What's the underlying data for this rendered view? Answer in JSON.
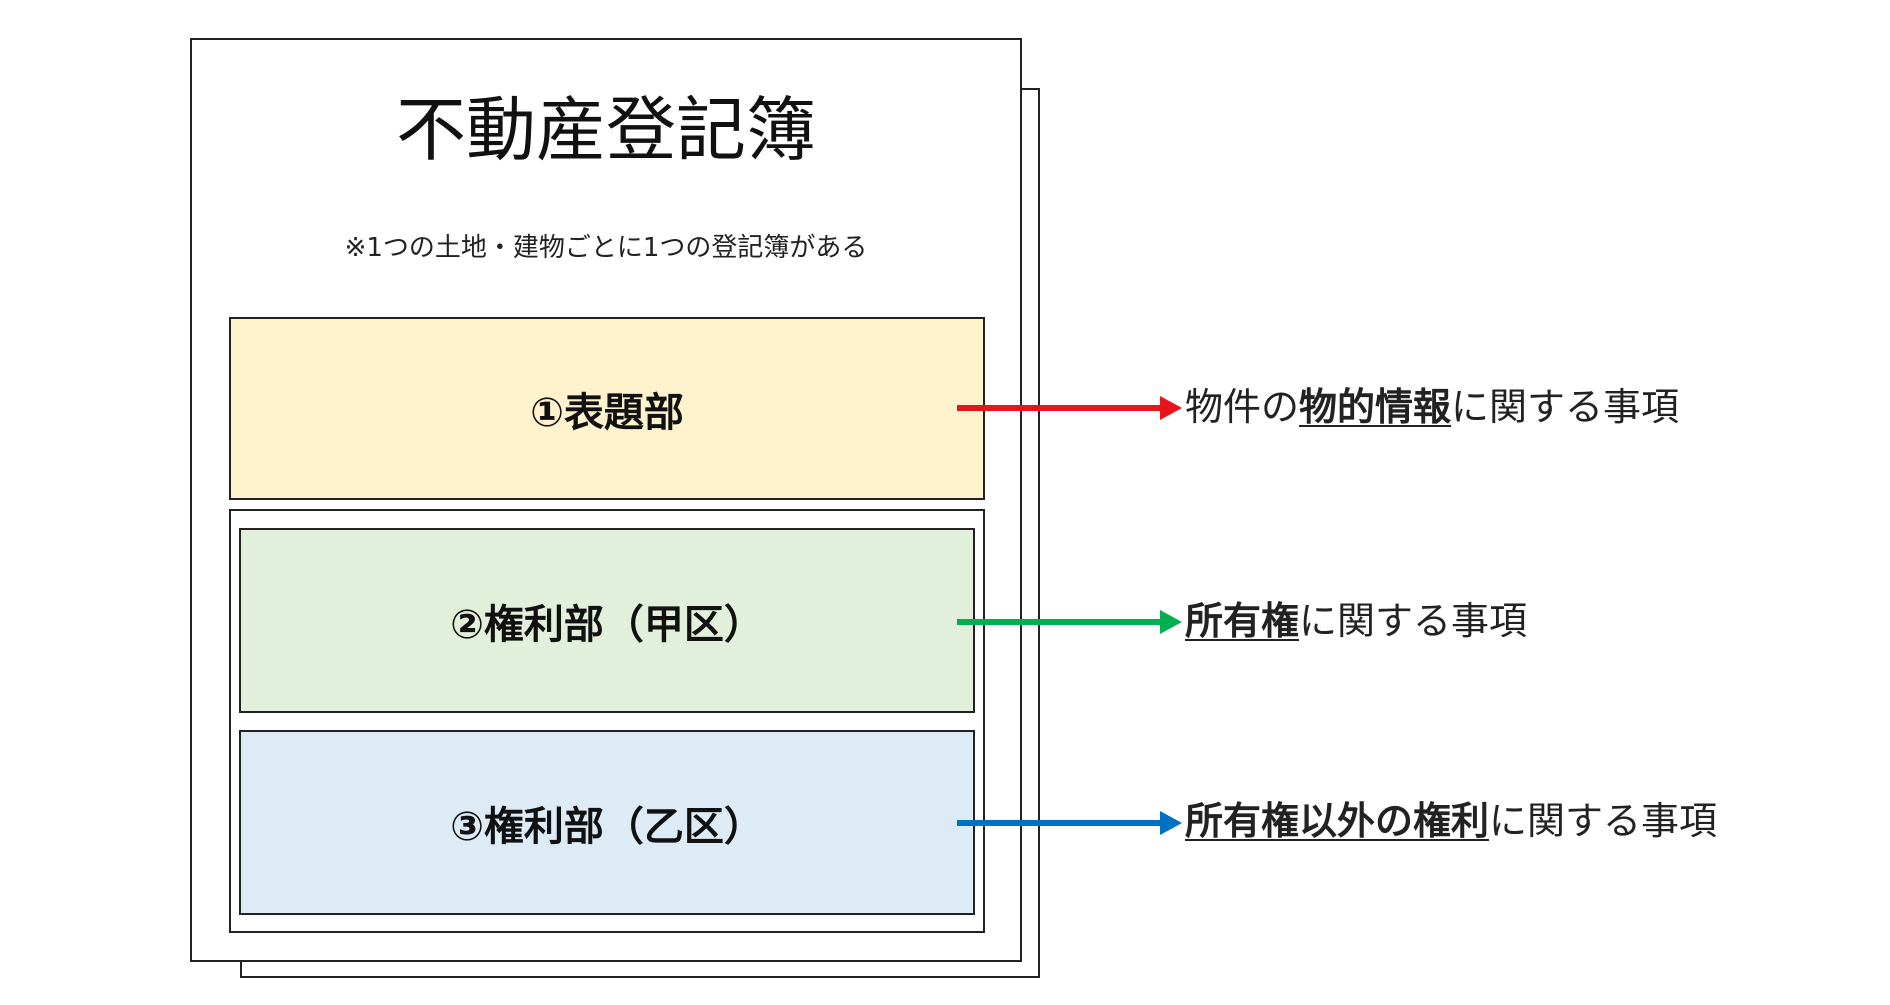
{
  "diagram": {
    "title": "不動産登記簿",
    "subtitle": "※1つの土地・建物ごとに1つの登記簿がある",
    "sections": [
      {
        "label": "①表題部",
        "color": "#fff2cc"
      },
      {
        "label": "②権利部（甲区）",
        "color": "#e2efda"
      },
      {
        "label": "③権利部（乙区）",
        "color": "#ddebf7"
      }
    ],
    "descriptions": [
      {
        "prefix": "物件の",
        "emphasis": "物的情報",
        "suffix": "に関する事項",
        "arrow_color": "#e8141b"
      },
      {
        "prefix": "",
        "emphasis": "所有権",
        "suffix": "に関する事項",
        "arrow_color": "#00b050"
      },
      {
        "prefix": "",
        "emphasis": "所有権以外の権利",
        "suffix": "に関する事項",
        "arrow_color": "#0070c0"
      }
    ]
  }
}
